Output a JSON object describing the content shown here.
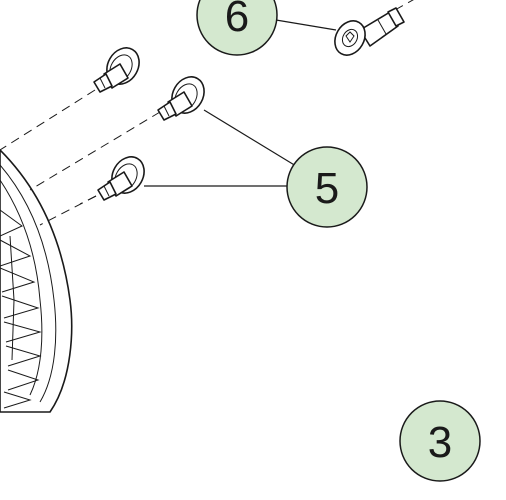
{
  "callouts": [
    {
      "id": "part-6",
      "label": "6"
    },
    {
      "id": "part-5",
      "label": "5"
    },
    {
      "id": "part-3",
      "label": "3"
    }
  ],
  "colors": {
    "callout_fill": "#d4e8cf",
    "callout_stroke": "#1a1a1a",
    "line": "#1a1a1a",
    "background": "#ffffff"
  }
}
